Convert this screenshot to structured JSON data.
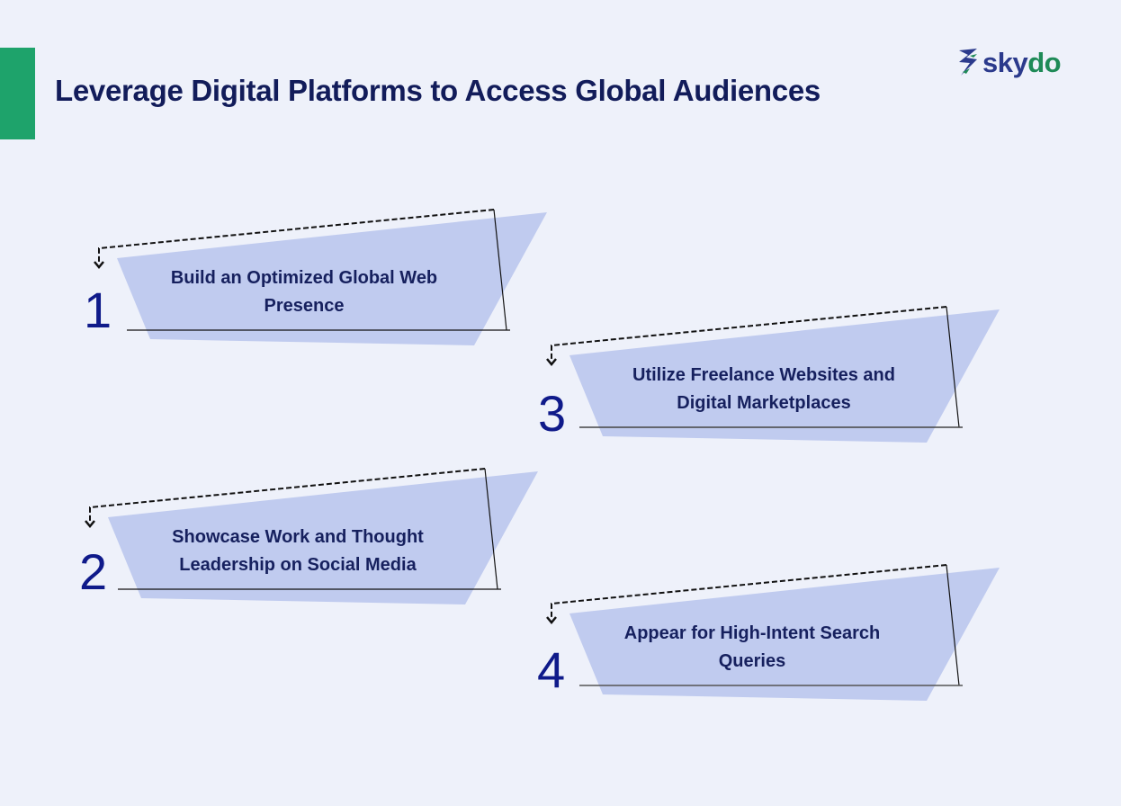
{
  "header": {
    "title": "Leverage Digital Platforms to Access Global Audiences",
    "accent_color": "#1ea36b",
    "title_color": "#121c5a"
  },
  "logo": {
    "icon": "skydo-chevrons-icon",
    "text_part1": "sky",
    "text_part2": "do",
    "color_part1": "#2b3a8c",
    "color_part2": "#1e8a57"
  },
  "cards": [
    {
      "number": "1",
      "label": "Build an Optimized Global Web Presence",
      "line1": "Build an Optimized Global Web",
      "line2": "Presence"
    },
    {
      "number": "2",
      "label": "Showcase Work and Thought Leadership on Social Media",
      "line1": "Showcase Work and Thought",
      "line2": "Leadership on Social Media"
    },
    {
      "number": "3",
      "label": "Utilize Freelance Websites and Digital Marketplaces",
      "line1": "Utilize Freelance Websites and",
      "line2": "Digital Marketplaces"
    },
    {
      "number": "4",
      "label": "Appear for High-Intent Search Queries",
      "line1": "Appear for High-Intent Search",
      "line2": "Queries"
    }
  ],
  "colors": {
    "background": "#eef1fa",
    "card_fill": "#c0cbef",
    "number_color": "#0f1a8a"
  }
}
